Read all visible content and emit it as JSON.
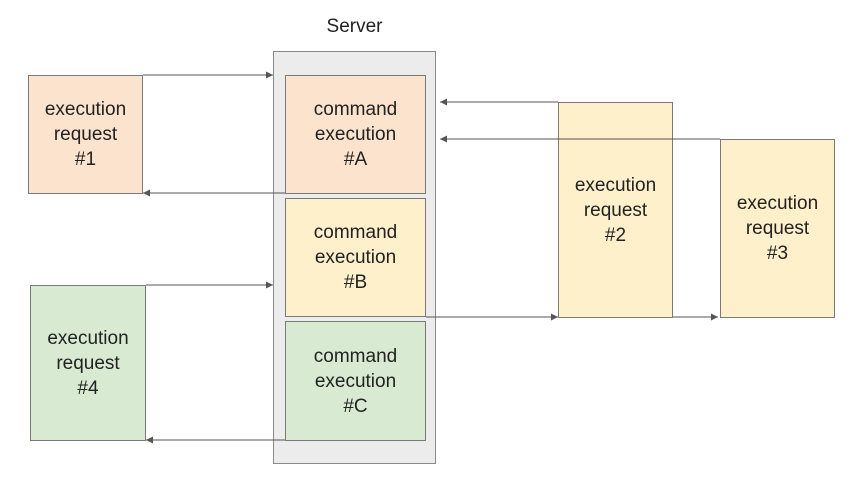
{
  "colors": {
    "server_fill": "#ececec",
    "orange": "#fbe3cd",
    "yellow": "#fdf0ca",
    "green": "#d9ead3",
    "arrow": "#555555"
  },
  "server": {
    "label": "Server"
  },
  "commands": [
    {
      "id": "A",
      "line1": "command",
      "line2": "execution",
      "line3": "#A"
    },
    {
      "id": "B",
      "line1": "command",
      "line2": "execution",
      "line3": "#B"
    },
    {
      "id": "C",
      "line1": "command",
      "line2": "execution",
      "line3": "#C"
    }
  ],
  "requests": [
    {
      "id": "1",
      "line1": "execution",
      "line2": "request",
      "line3": "#1"
    },
    {
      "id": "2",
      "line1": "execution",
      "line2": "request",
      "line3": "#2"
    },
    {
      "id": "3",
      "line1": "execution",
      "line2": "request",
      "line3": "#3"
    },
    {
      "id": "4",
      "line1": "execution",
      "line2": "request",
      "line3": "#4"
    }
  ]
}
